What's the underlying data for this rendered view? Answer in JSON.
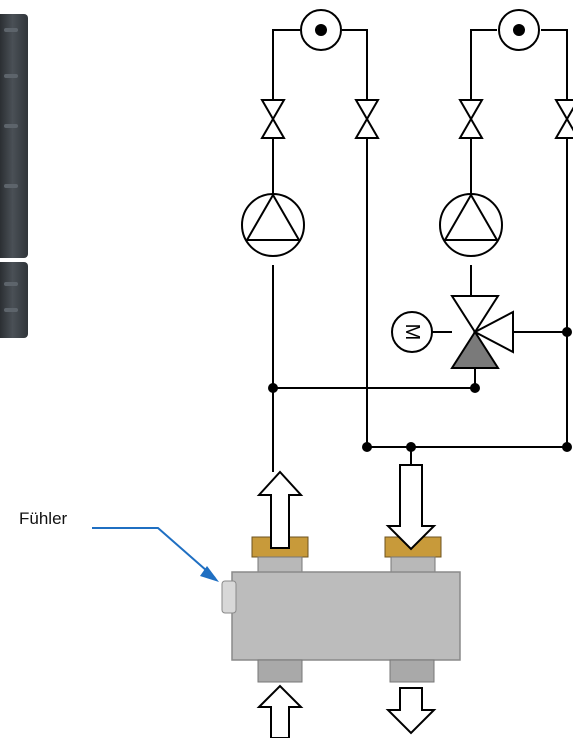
{
  "labels": {
    "sensor": "Fühler",
    "motor": "M"
  },
  "colors": {
    "pipe": "#000000",
    "arrow_line": "#1f6fc2",
    "manifold_body": "#bcbcbc",
    "brass_nut": "#c89a3a",
    "valve_fill": "#7a7a7a",
    "device_panel": "#3b4045"
  },
  "icons": [
    "circulation-pump-icon",
    "ball-valve-icon",
    "mixing-valve-icon",
    "motor-icon",
    "flow-arrow-icon",
    "pressure-gauge-icon",
    "controller-device"
  ]
}
